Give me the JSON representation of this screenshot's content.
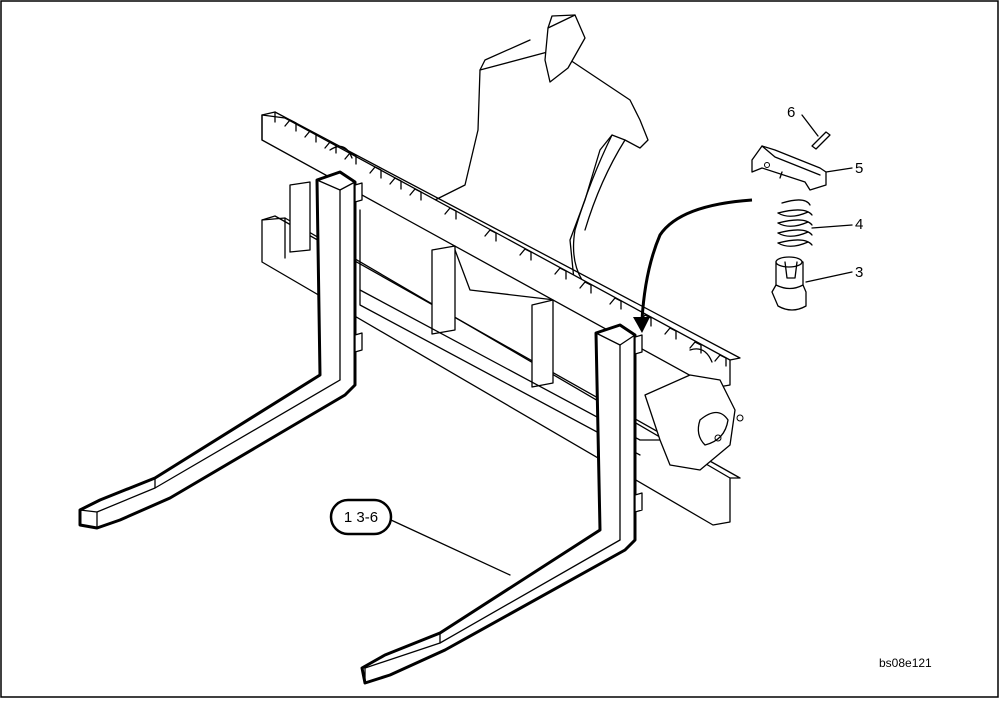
{
  "drawing": {
    "reference_callout": "1 3-6",
    "drawing_code": "bs08e121",
    "part_numbers": [
      {
        "number": "6",
        "part": "pin"
      },
      {
        "number": "5",
        "part": "bracket"
      },
      {
        "number": "4",
        "part": "spring"
      },
      {
        "number": "3",
        "part": "lock-plunger"
      }
    ]
  }
}
